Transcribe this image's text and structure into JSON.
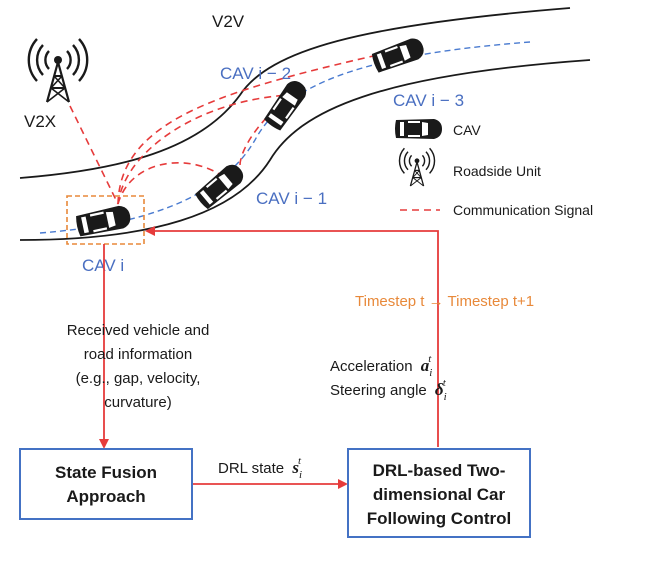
{
  "labels": {
    "v2v": "V2V",
    "v2x": "V2X",
    "cav_i_minus_2": "CAV i − 2",
    "cav_i_minus_3": "CAV i − 3",
    "cav_i_minus_1": "CAV i − 1",
    "cav_i": "CAV i",
    "timestep": "Timestep t → Timestep t+1",
    "received_line1": "Received vehicle and",
    "received_line2": "road information",
    "received_line3": "(e.g., gap, velocity,",
    "received_line4": "curvature)",
    "acceleration": "Acceleration",
    "acceleration_sym": "a",
    "steering": "Steering angle",
    "steering_sym": "δ",
    "drl_state": "DRL state",
    "drl_state_sym": "s"
  },
  "legend": {
    "cav": "CAV",
    "rsu": "Roadside Unit",
    "signal": "Communication Signal"
  },
  "boxes": {
    "fusion_line1": "State Fusion",
    "fusion_line2": "Approach",
    "drl_line1": "DRL-based Two-",
    "drl_line2": "dimensional Car",
    "drl_line3": "Following Control"
  },
  "colors": {
    "signal": "#e63b3b",
    "box_border": "#4472c4",
    "lane": "#4a7bd0",
    "label_blue": "#4a6fc1",
    "timestep": "#e8893a"
  }
}
